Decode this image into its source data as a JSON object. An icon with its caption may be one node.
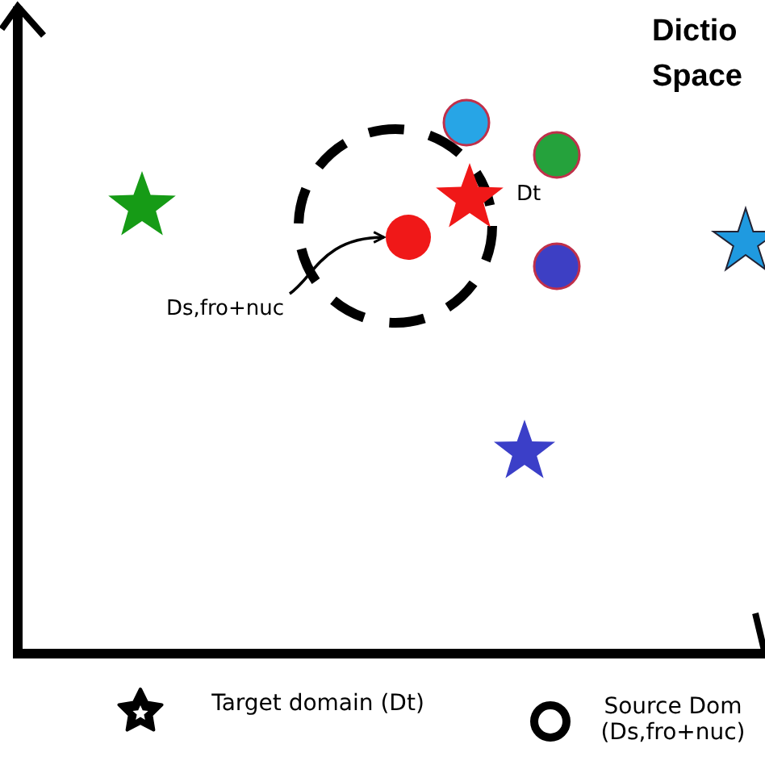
{
  "diagram": {
    "nodes": [
      {
        "text": [
          "Ds,fro+nuc"
        ]
      },
      {
        "text": [],
        "shape": "circle"
      }
    ],
    "edges": [
      {
        "from": 0,
        "to": 1,
        "arrow": "to"
      }
    ],
    "labels": [
      "Dictio Space",
      "Dt"
    ],
    "legend": [
      {
        "text": "Target domain (Dt)"
      },
      {
        "text": "Source Dom (Ds,fro+nuc)"
      }
    ]
  }
}
